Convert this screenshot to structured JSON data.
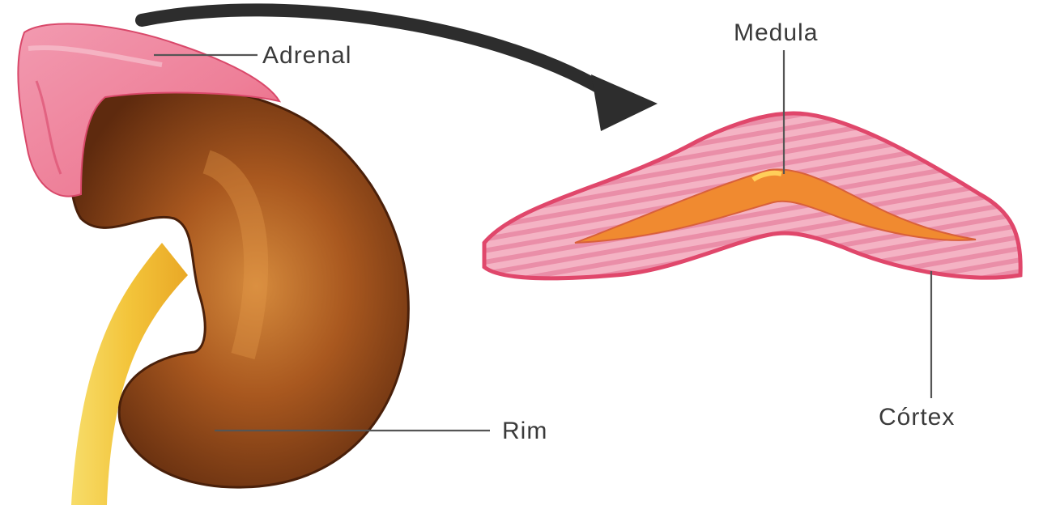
{
  "labels": {
    "adrenal": "Adrenal",
    "kidney": "Rim",
    "medulla": "Medula",
    "cortex": "Córtex"
  },
  "colors": {
    "adrenal_pink": "#f08aa0",
    "adrenal_dark": "#e0506e",
    "kidney_brown": "#7a3b17",
    "kidney_light": "#c8702a",
    "ureter_yellow": "#f2c440",
    "medulla_orange": "#f08a30",
    "cortex_pink": "#f3a9bc",
    "arrow": "#2d2d2d"
  }
}
